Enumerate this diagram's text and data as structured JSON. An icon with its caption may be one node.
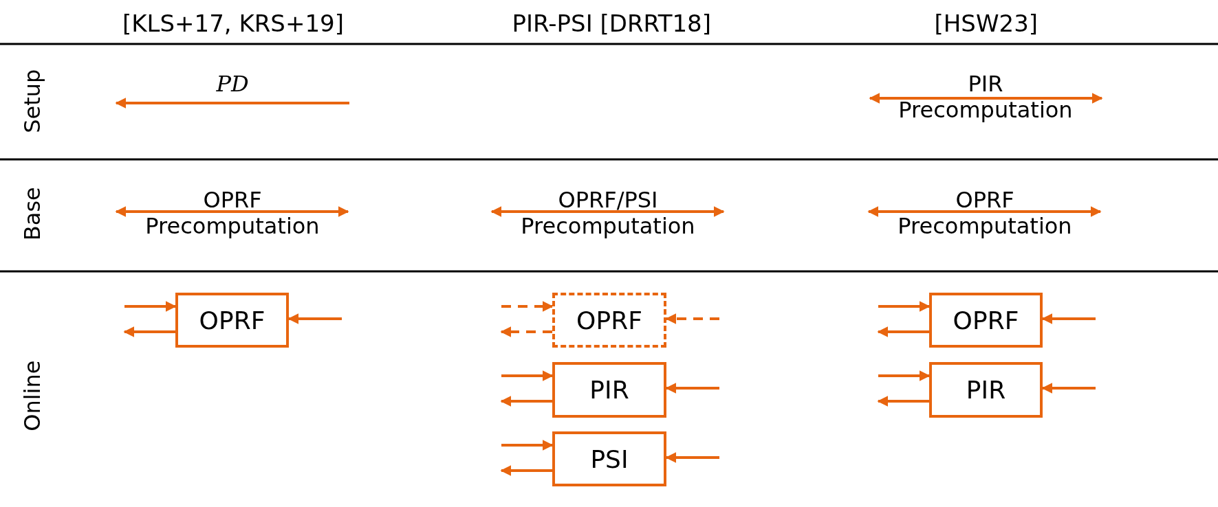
{
  "diagram": {
    "nodes": [
      {
        "text": [
          "OPRF"
        ]
      },
      {
        "text": [
          "OPRF"
        ]
      },
      {
        "text": [
          "PIR"
        ]
      },
      {
        "text": [
          "PSI"
        ]
      },
      {
        "text": [
          "OPRF"
        ]
      },
      {
        "text": [
          "PIR"
        ]
      }
    ],
    "edges": [
      {
        "from": null,
        "to": 0,
        "arrow": "to"
      },
      {
        "from": 0,
        "to": null,
        "arrow": "to"
      },
      {
        "from": null,
        "to": 0,
        "arrow": "to"
      },
      {
        "from": null,
        "to": 1,
        "arrow": "to",
        "style": "dashed"
      },
      {
        "from": 1,
        "to": null,
        "arrow": "to",
        "style": "dashed"
      },
      {
        "from": null,
        "to": 1,
        "arrow": "to",
        "style": "dashed"
      },
      {
        "from": null,
        "to": 2,
        "arrow": "to"
      },
      {
        "from": 2,
        "to": null,
        "arrow": "to"
      },
      {
        "from": null,
        "to": 2,
        "arrow": "to"
      },
      {
        "from": null,
        "to": 3,
        "arrow": "to"
      },
      {
        "from": 3,
        "to": null,
        "arrow": "to"
      },
      {
        "from": null,
        "to": 3,
        "arrow": "to"
      },
      {
        "from": null,
        "to": 4,
        "arrow": "to"
      },
      {
        "from": 4,
        "to": null,
        "arrow": "to"
      },
      {
        "from": null,
        "to": 4,
        "arrow": "to"
      },
      {
        "from": null,
        "to": 5,
        "arrow": "to"
      },
      {
        "from": 5,
        "to": null,
        "arrow": "to"
      },
      {
        "from": null,
        "to": 5,
        "arrow": "to"
      }
    ],
    "labels": [
      "[KLS+17, KRS+19]",
      "PIR-PSI [DRRT18]",
      "[HSW23]",
      "Setup",
      "PD",
      "PIR Precomputation",
      "Base",
      "OPRF Precomputation",
      "OPRF/PSI Precomputation",
      "OPRF Precomputation",
      "Online"
    ]
  }
}
